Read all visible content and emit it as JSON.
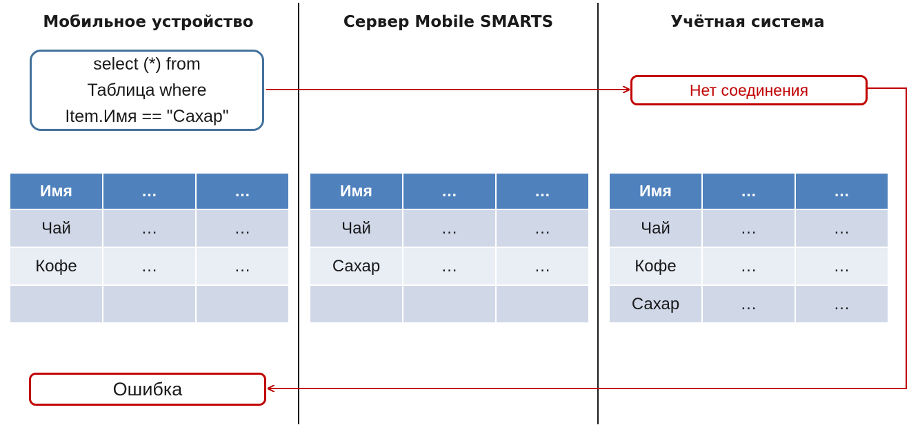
{
  "columns": [
    {
      "title": "Мобильное устройство"
    },
    {
      "title": "Сервер Mobile SMARTS"
    },
    {
      "title": "Учётная система"
    }
  ],
  "query": {
    "lines": [
      "select (*) from",
      "Таблица where",
      "Item.Имя == \"Сахар\""
    ]
  },
  "no_connection_label": "Нет соединения",
  "error_label": "Ошибка",
  "tables": [
    {
      "header": [
        "Имя",
        "…",
        "…"
      ],
      "rows": [
        [
          "Чай",
          "…",
          "…"
        ],
        [
          "Кофе",
          "…",
          "…"
        ],
        [
          "",
          "",
          ""
        ]
      ]
    },
    {
      "header": [
        "Имя",
        "…",
        "…"
      ],
      "rows": [
        [
          "Чай",
          "…",
          "…"
        ],
        [
          "Сахар",
          "…",
          "…"
        ],
        [
          "",
          "",
          ""
        ]
      ]
    },
    {
      "header": [
        "Имя",
        "…",
        "…"
      ],
      "rows": [
        [
          "Чай",
          "…",
          "…"
        ],
        [
          "Кофе",
          "…",
          "…"
        ],
        [
          "Сахар",
          "…",
          "…"
        ]
      ]
    }
  ],
  "colors": {
    "query_border": "#41719c",
    "status_red": "#c00000",
    "table_header": "#4f81bd",
    "row_dark": "#d0d8e8",
    "row_light": "#e9edf4"
  }
}
